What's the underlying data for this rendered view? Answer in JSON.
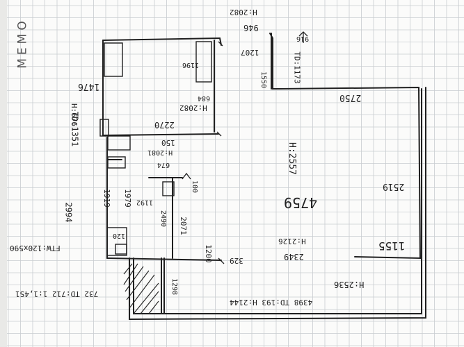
{
  "notebook": {
    "brand": "MEMO",
    "paper_color": "#fbfbfa",
    "grid_color": "#c9ccd0",
    "ink_color": "#222222"
  },
  "sketch_labels": {
    "t_2750": "2750",
    "t_4759": "4759",
    "t_h2557": "H:2557",
    "t_2519": "2519",
    "t_1155": "1155",
    "t_1476": "1476",
    "t_td1351": "TD:1351",
    "t_h676": "H:676",
    "t_2270": "2270",
    "t_h2082": "H:2082",
    "t_684": "684",
    "t_150": "150",
    "t_h2081": "H:2081",
    "t_2994": "2994",
    "t_1919": "1919",
    "t_1979": "1979",
    "t_2071": "2071",
    "t_2490": "2490",
    "t_1200": "1200",
    "t_2349": "2349",
    "t_h2126": "H:2126",
    "t_h2536": "H:2536",
    "t_4398": "4398  TD:193  H:2144",
    "t_732": "732  TD:712  1:1,4S1",
    "t_ftw": "FTW:120x590",
    "t_h2082b": "H:2082",
    "t_946": "946",
    "t_1207": "1207",
    "t_td1173": "TD:1173",
    "t_1550": "1550",
    "t_916": "916",
    "t_1298": "1298",
    "t_329": "329",
    "t_100": "100",
    "t_674": "674",
    "t_1192": "1192",
    "t_1196": "1196",
    "t_120": "120"
  }
}
